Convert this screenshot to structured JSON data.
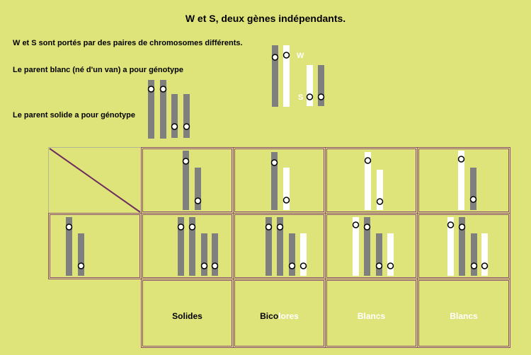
{
  "title": "W et S, deux gènes indépendants.",
  "intro": {
    "line1": "W et S sont portés par des paires de chromosomes différents.",
    "line2": "Le parent blanc (né d'un van) a pour génotype",
    "line3": "Le parent solide a pour génotype"
  },
  "labels": {
    "w": "W",
    "s": "S"
  },
  "results": [
    {
      "name": "solides",
      "parts": [
        {
          "text": "Solides",
          "color": "#000000"
        }
      ]
    },
    {
      "name": "bicolores",
      "parts": [
        {
          "text": "Bico",
          "color": "#000000"
        },
        {
          "text": "lores",
          "color": "#ffffff"
        }
      ]
    },
    {
      "name": "blancs-1",
      "parts": [
        {
          "text": "Blancs",
          "color": "#ffffff"
        }
      ]
    },
    {
      "name": "blancs-2",
      "parts": [
        {
          "text": "Blancs",
          "color": "#ffffff"
        }
      ]
    }
  ],
  "colors": {
    "background": "#dfe47a",
    "dark_chromosome": "#7f7f7f",
    "light_chromosome": "#ffffff",
    "grid_border": "#8a4f73",
    "diagonal": "#6e2f5e"
  }
}
